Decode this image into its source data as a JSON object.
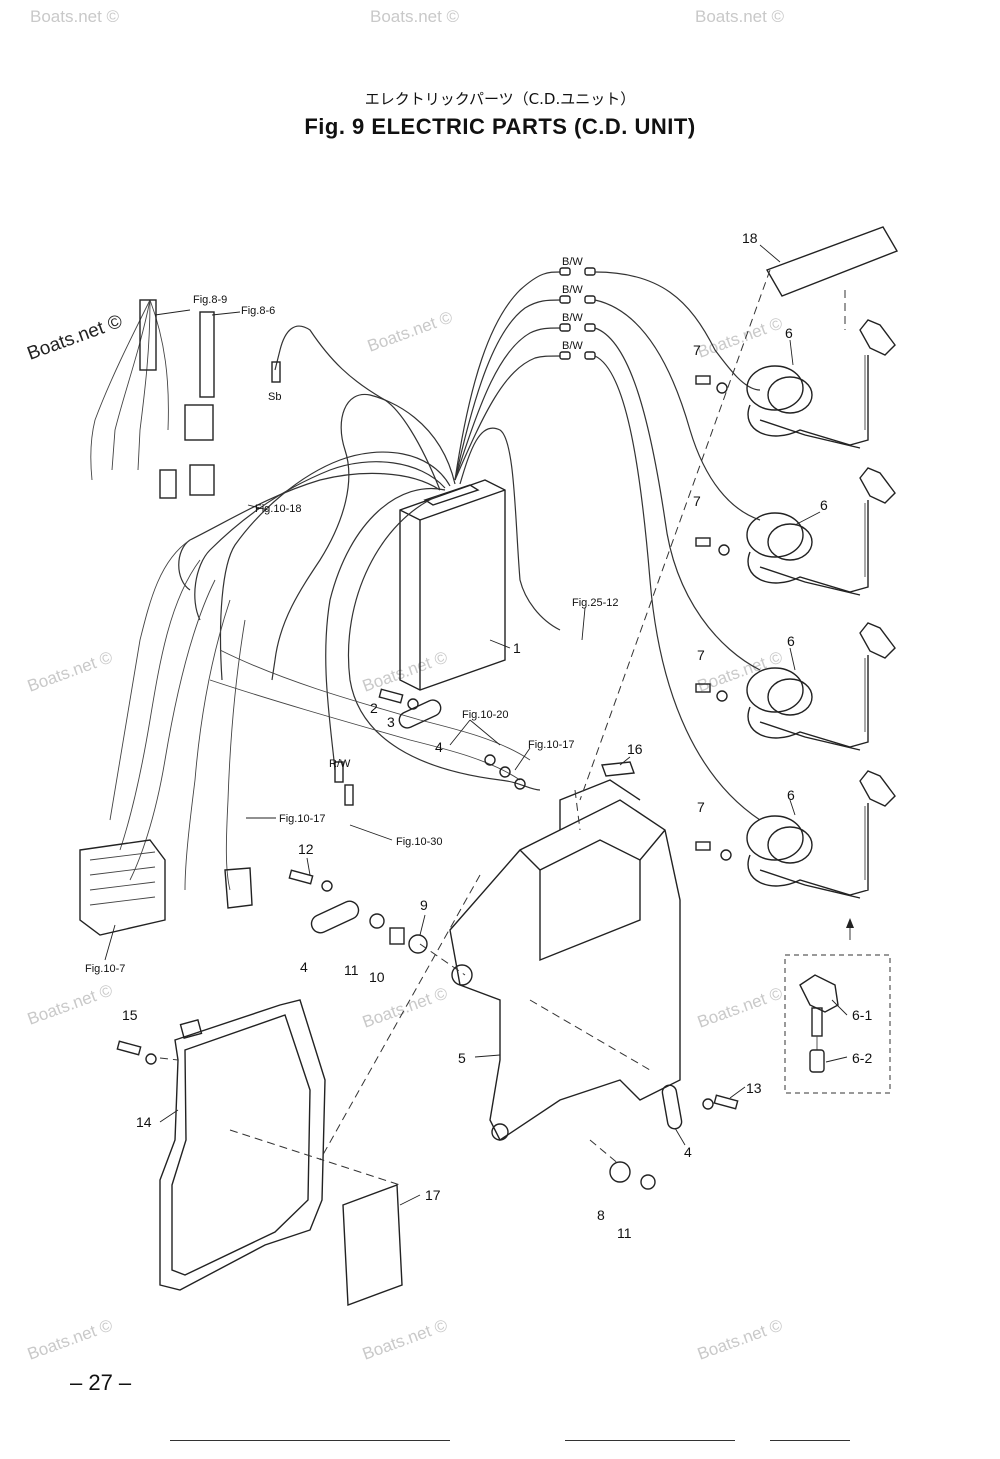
{
  "header": {
    "title_jp": "エレクトリックパーツ（C.D.ユニット）",
    "title_en": "Fig. 9   ELECTRIC PARTS   (C.D. UNIT)"
  },
  "watermark": "Boats.net ©",
  "callouts": {
    "p1": "1",
    "p2": "2",
    "p3": "3",
    "p4a": "4",
    "p4b": "4",
    "p4c": "4",
    "p5": "5",
    "p6a": "6",
    "p6b": "6",
    "p6c": "6",
    "p6d": "6",
    "p6_1": "6-1",
    "p6_2": "6-2",
    "p7a": "7",
    "p7b": "7",
    "p7c": "7",
    "p7d": "7",
    "p8": "8",
    "p9": "9",
    "p10": "10",
    "p11a": "11",
    "p11b": "11",
    "p12": "12",
    "p13": "13",
    "p14": "14",
    "p15": "15",
    "p16": "16",
    "p17": "17",
    "p18": "18"
  },
  "refs": {
    "fig8_9": "Fig.8-9",
    "fig8_6": "Fig.8-6",
    "sb": "Sb",
    "fig10_18": "Fig.10-18",
    "fig25_12": "Fig.25-12",
    "fig10_20": "Fig.10-20",
    "fig10_17a": "Fig.10-17",
    "fig10_17b": "Fig.10-17",
    "fig10_30": "Fig.10-30",
    "fig10_7": "Fig.10-7",
    "rw": "R/W",
    "bw1": "B/W",
    "bw2": "B/W",
    "bw3": "B/W",
    "bw4": "B/W"
  },
  "footer": {
    "page": "– 27 –"
  }
}
